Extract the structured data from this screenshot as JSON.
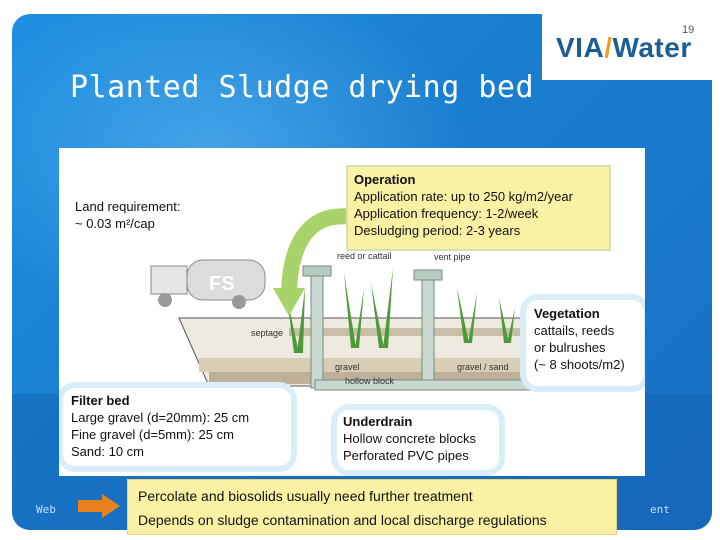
{
  "slide": {
    "page_number": "19",
    "title": "Planted Sludge drying bed",
    "logo": {
      "part1": "VIA",
      "slash": "/",
      "part2": "Water"
    },
    "footer_left": "Web",
    "footer_right": "ent"
  },
  "diagram": {
    "land_requirement": {
      "label": "Land requirement:",
      "value": "~ 0.03 m²/cap"
    },
    "operation": {
      "heading": "Operation",
      "lines": [
        "Application rate: up to 250 kg/m2/year",
        "Application frequency: 1-2/week"
      ],
      "desludging_label": "Desludging period:",
      "desludging_value": " 2-3 years"
    },
    "labels": {
      "reed": "reed or cattail",
      "vent_pipe": "vent pipe",
      "fs": "FS",
      "septage": "septage",
      "gravel": "gravel",
      "gravel_sand": "gravel / sand",
      "hollow_block": "hollow block"
    },
    "vegetation": {
      "heading": "Vegetation",
      "lines": [
        "cattails, reeds",
        "or bulrushes",
        "(~ 8 shoots/m2)"
      ]
    },
    "filter_bed": {
      "heading": "Filter bed",
      "lines": [
        "Large gravel (d=20mm): 25 cm",
        "Fine gravel (d=5mm): 25 cm",
        "Sand: 10 cm"
      ]
    },
    "underdrain": {
      "heading": "Underdrain",
      "lines": [
        "Hollow concrete blocks",
        "Perforated PVC pipes"
      ]
    }
  },
  "note": {
    "line1": "Percolate and biosolids usually need further treatment",
    "line2": "Depends on sludge contamination and local discharge regulations"
  },
  "colors": {
    "background_blue": "#1a7fd0",
    "note_yellow": "#fbf1a4",
    "arrow_orange": "#e8821e",
    "arrow_green": "#a8d36a",
    "logo_blue": "#1a5d97"
  }
}
